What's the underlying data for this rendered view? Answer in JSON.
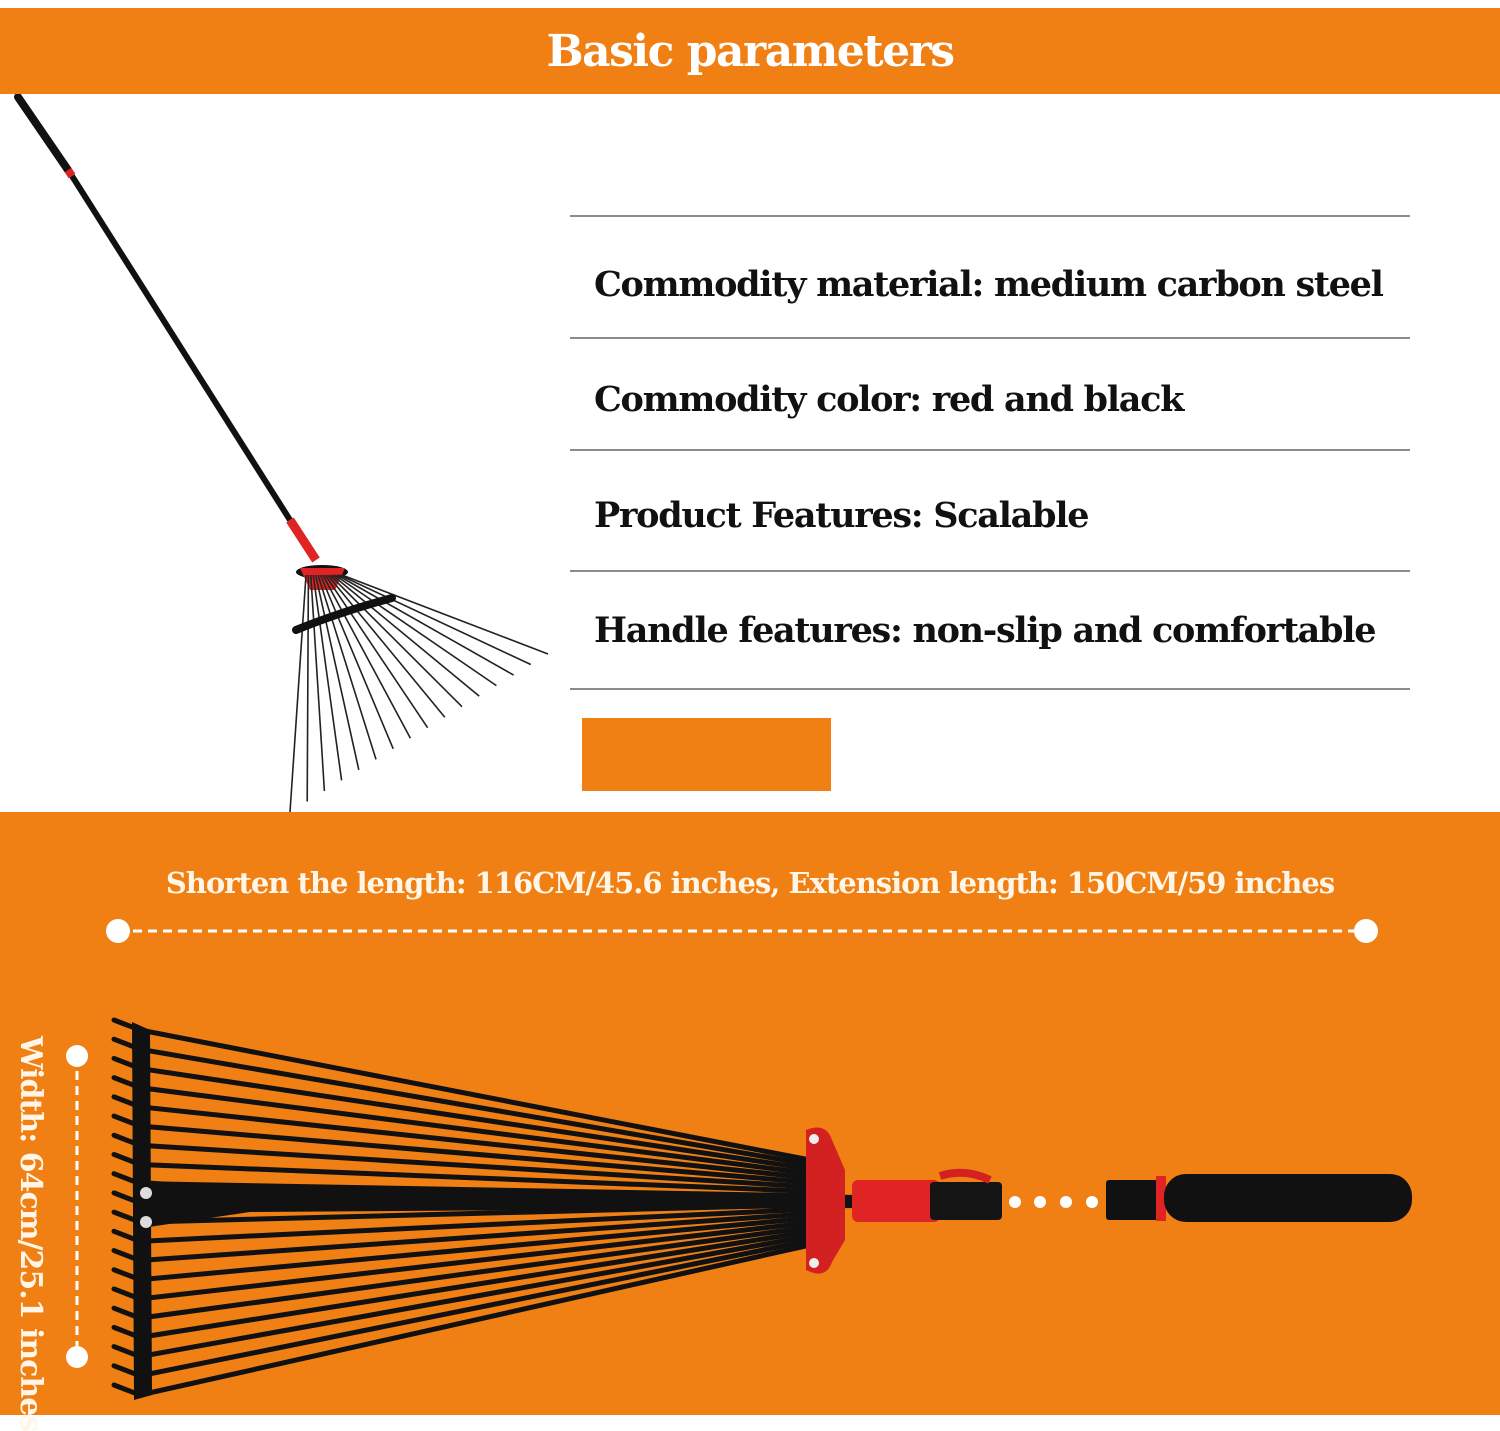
{
  "header": {
    "title": "Basic parameters"
  },
  "parameters": [
    {
      "text": "Commodity material: medium carbon steel"
    },
    {
      "text": "Commodity color: red and black"
    },
    {
      "text": "Product Features: Scalable"
    },
    {
      "text": "Handle features: non-slip and comfortable"
    }
  ],
  "dimensions": {
    "length_text": "Shorten the length: 116CM/45.6 inches, Extension length: 150CM/59 inches",
    "width_text": "Width: 64cm/25.1 inches"
  },
  "colors": {
    "accent": "#f07f14",
    "handle_red": "#e02424",
    "handle_black": "#111111"
  }
}
